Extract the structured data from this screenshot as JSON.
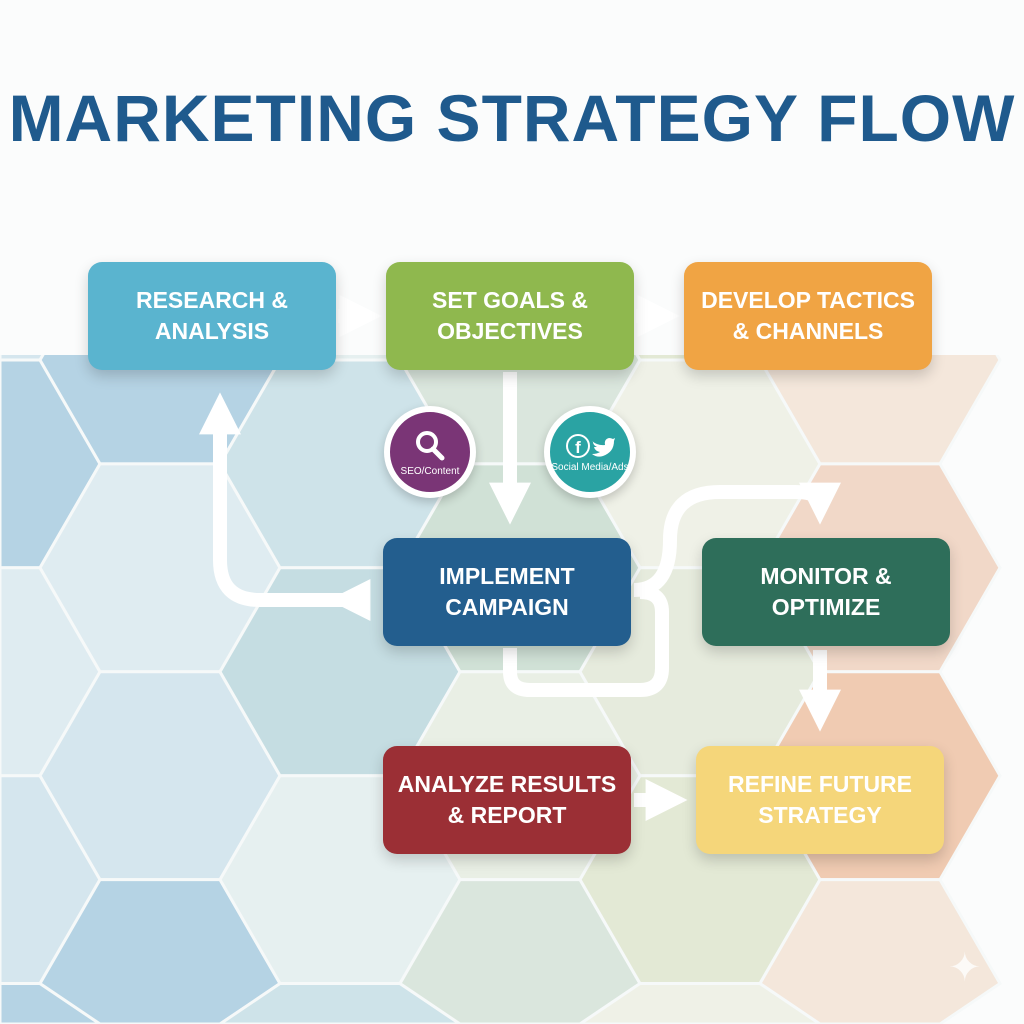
{
  "title": "MARKETING STRATEGY FLOW",
  "steps": {
    "research": {
      "label": "RESEARCH &\nANALYSIS",
      "color": "#5ab4cf"
    },
    "goals": {
      "label": "SET GOALS &\nOBJECTIVES",
      "color": "#8fb84e"
    },
    "tactics": {
      "label": "DEVELOP TACTICS\n& CHANNELS",
      "color": "#f0a444"
    },
    "implement": {
      "label": "IMPLEMENT\nCAMPAIGN",
      "color": "#235e8e"
    },
    "monitor": {
      "label": "MONITOR &\nOPTIMIZE",
      "color": "#2e6e5a"
    },
    "analyze": {
      "label": "ANALYZE RESULTS\n& REPORT",
      "color": "#9b2f35"
    },
    "refine": {
      "label": "REFINE FUTURE\nSTRATEGY",
      "color": "#f5d67a"
    }
  },
  "channels": {
    "seo": {
      "label": "SEO/Content",
      "icon": "magnifier-icon",
      "color": "#7a3576"
    },
    "social": {
      "label": "Social Media/Ads",
      "icon": "facebook-twitter-icon",
      "color": "#2aa3a3"
    }
  }
}
